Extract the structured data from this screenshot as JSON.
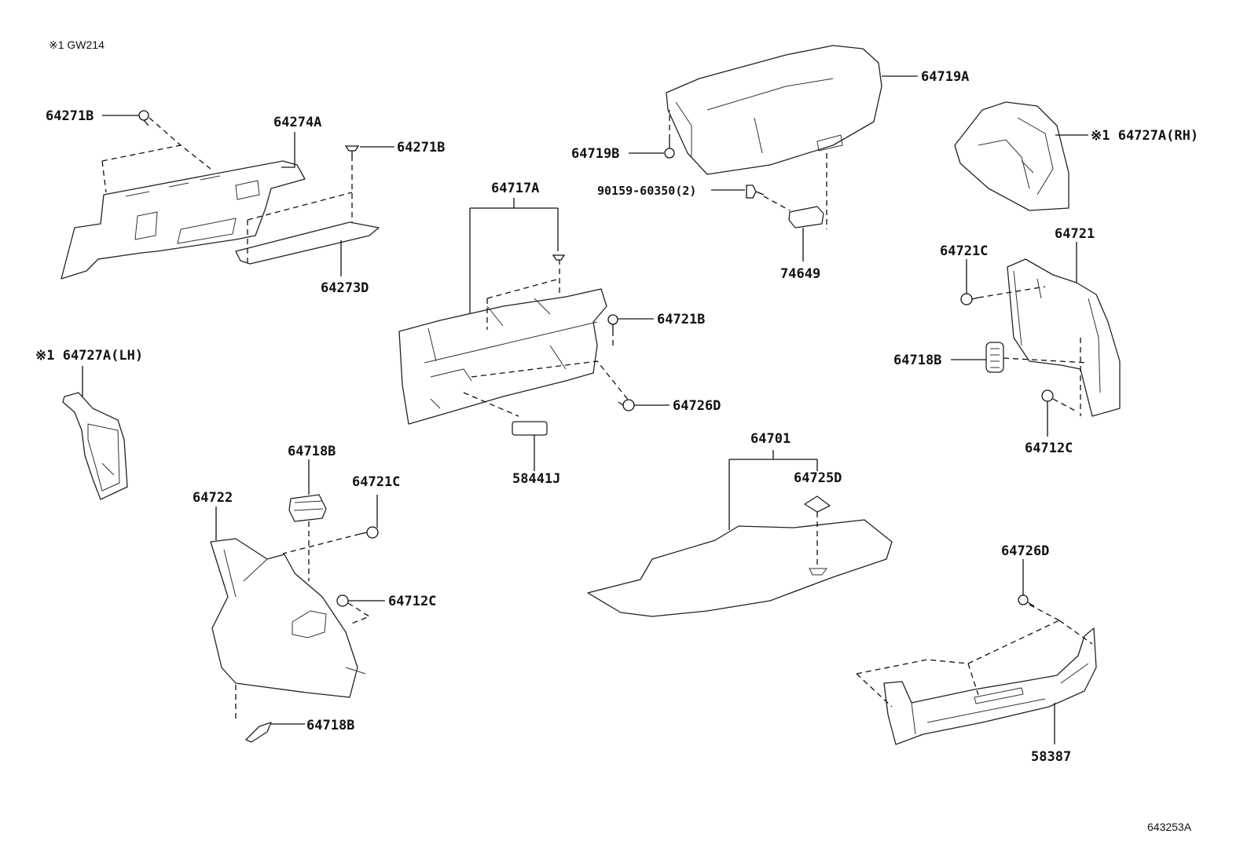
{
  "note": "※1 GW214",
  "diagram_id": "643253A",
  "labels": {
    "p64271B_a": "64271B",
    "p64274A": "64274A",
    "p64271B_b": "64271B",
    "p64273D": "64273D",
    "p64727A_lh": "※1 64727A(LH)",
    "p64717A": "64717A",
    "p64721B": "64721B",
    "p64726D_a": "64726D",
    "p58441J": "58441J",
    "p64719A": "64719A",
    "p64719B": "64719B",
    "p90159": "90159-60350(2)",
    "p74649": "74649",
    "p64727A_rh": "※1 64727A(RH)",
    "p64721C_a": "64721C",
    "p64721": "64721",
    "p64718B_a": "64718B",
    "p64712C_a": "64712C",
    "p64718B_b": "64718B",
    "p64721C_b": "64721C",
    "p64722": "64722",
    "p64712C_b": "64712C",
    "p64718B_c": "64718B",
    "p64701": "64701",
    "p64725D": "64725D",
    "p64726D_b": "64726D",
    "p58387": "58387"
  }
}
